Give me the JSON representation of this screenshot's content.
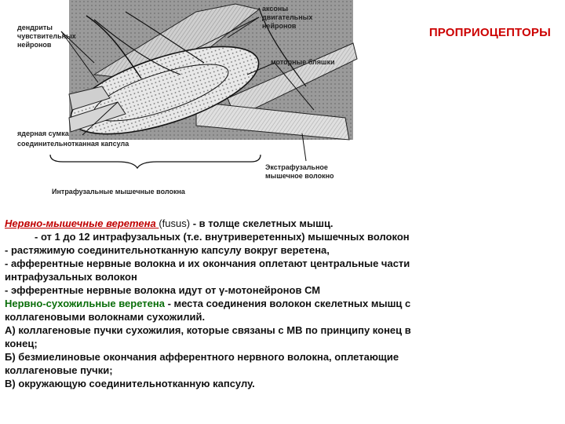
{
  "title": "ПРОПРИОЦЕПТОРЫ",
  "figure": {
    "labels": {
      "dendrites": [
        "дендриты",
        "чувствительных",
        "нейронов"
      ],
      "axons": [
        "аксоны",
        "двигательных",
        "нейронов"
      ],
      "motor_plaques": "моторные бляшки",
      "nuclear_bag": "ядерная сумка",
      "capsule": "соединительнотканная капсула",
      "extrafusal": [
        "Экстрафузальное",
        "мышечное волокно"
      ],
      "intrafusal": "Интрафузальные мышечные волокна"
    }
  },
  "text": {
    "line1_term": "Нервно-мышечные веретена ",
    "line1_latin": "(fusus)",
    "line1_rest": " - в толще  скелетных мышц.",
    "line2": "- от 1 до 12 интрафузальных  (т.е.  внутриверетенных) мышечных волокон",
    "line3": "- растяжимую соединительнотканную капсулу  вокруг веретена,",
    "line4": "- афферентные  нервные волокна и их окончания оплетают  центральные части",
    "line5": "интрафузальных волокон",
    "line6": "- эфферентные нервные волокна  идут от γ-мотонейронов СМ",
    "line7_term": "Нервно-сухожильные веретена",
    "line7_rest": " - места соединения волокон скелетных мышц с",
    "line8": "коллагеновыми волокнами сухожилий.",
    "line9": "А) коллагеновые пучки сухожилия, которые  связаны с МВ по принципу  конец в",
    "line10": "конец;",
    "line11": "Б) безмиелиновые  окончания афферентного нервного волокна, оплетающие",
    "line12": "коллагеновые  пучки;",
    "line13": "В) окружающую соединительнотканную капсулу."
  }
}
